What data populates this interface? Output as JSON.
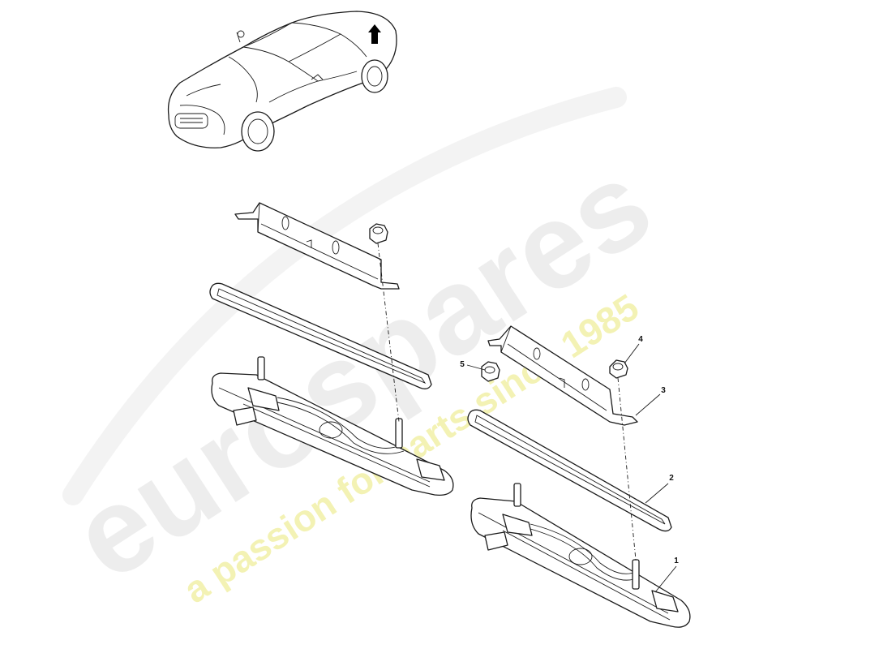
{
  "watermark": {
    "brand": "eurospares",
    "tagline": "a passion for parts since 1985",
    "brand_color": "#e6e6e6",
    "tagline_color": "#f2f0a8"
  },
  "callouts": [
    {
      "id": "1",
      "label": "1"
    },
    {
      "id": "2",
      "label": "2"
    },
    {
      "id": "3",
      "label": "3"
    },
    {
      "id": "4",
      "label": "4"
    },
    {
      "id": "5",
      "label": "5"
    }
  ],
  "icons": {
    "car": "car-illustration",
    "arrow": "location-arrow-icon"
  }
}
